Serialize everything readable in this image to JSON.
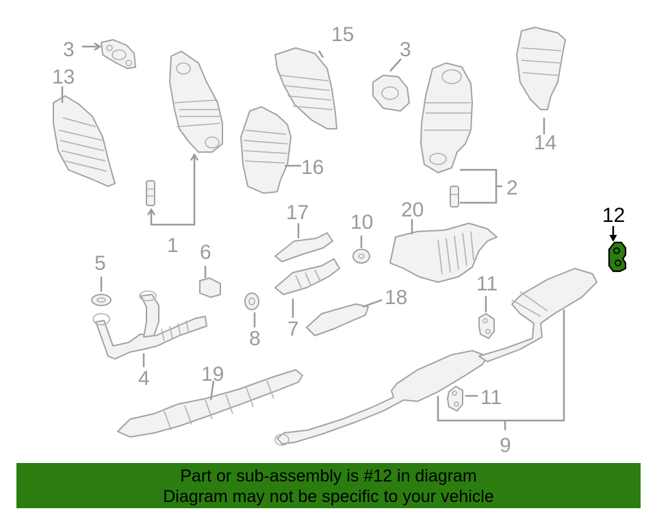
{
  "diagram": {
    "callouts": [
      {
        "id": "c1",
        "label": "1"
      },
      {
        "id": "c2",
        "label": "2"
      },
      {
        "id": "c3a",
        "label": "3"
      },
      {
        "id": "c3b",
        "label": "3"
      },
      {
        "id": "c4",
        "label": "4"
      },
      {
        "id": "c5",
        "label": "5"
      },
      {
        "id": "c6",
        "label": "6"
      },
      {
        "id": "c7",
        "label": "7"
      },
      {
        "id": "c8",
        "label": "8"
      },
      {
        "id": "c9",
        "label": "9"
      },
      {
        "id": "c10",
        "label": "10"
      },
      {
        "id": "c11a",
        "label": "11"
      },
      {
        "id": "c11b",
        "label": "11"
      },
      {
        "id": "c12",
        "label": "12"
      },
      {
        "id": "c13",
        "label": "13"
      },
      {
        "id": "c14",
        "label": "14"
      },
      {
        "id": "c15",
        "label": "15"
      },
      {
        "id": "c16",
        "label": "16"
      },
      {
        "id": "c17",
        "label": "17"
      },
      {
        "id": "c18",
        "label": "18"
      },
      {
        "id": "c19",
        "label": "19"
      },
      {
        "id": "c20",
        "label": "20"
      }
    ],
    "highlight_color": "#2b7d10"
  },
  "banner": {
    "line1": "Part or sub-assembly is #12 in diagram",
    "line2": "Diagram may not be specific to your vehicle",
    "background": "#2b7d10"
  }
}
